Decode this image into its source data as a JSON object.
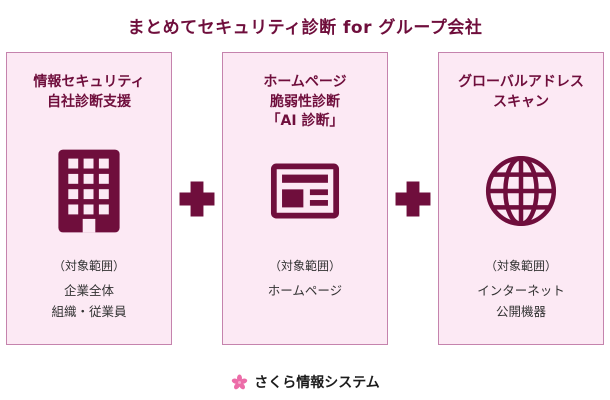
{
  "title": "まとめてセキュリティ診断 for グループ会社",
  "colors": {
    "accent_maroon": "#6f0e3c",
    "card_background": "#fce9f4",
    "card_border": "#c583ad",
    "logo_pink": "#ec6ca8"
  },
  "cards": [
    {
      "heading_lines": [
        "情報セキュリティ",
        "自社診断支援"
      ],
      "icon": "building-icon",
      "scope_label": "（対象範囲）",
      "scope_lines": [
        "企業全体",
        "組織・従業員"
      ]
    },
    {
      "heading_lines": [
        "ホームページ",
        "脆弱性診断",
        "「AI 診断」"
      ],
      "icon": "newspaper-icon",
      "scope_label": "（対象範囲）",
      "scope_lines": [
        "ホームページ"
      ]
    },
    {
      "heading_lines": [
        "グローバルアドレス",
        "スキャン"
      ],
      "icon": "globe-icon",
      "scope_label": "（対象範囲）",
      "scope_lines": [
        "インターネット",
        "公開機器"
      ]
    }
  ],
  "plus_symbol": "+",
  "footer": {
    "brand": "さくら情報システム"
  }
}
